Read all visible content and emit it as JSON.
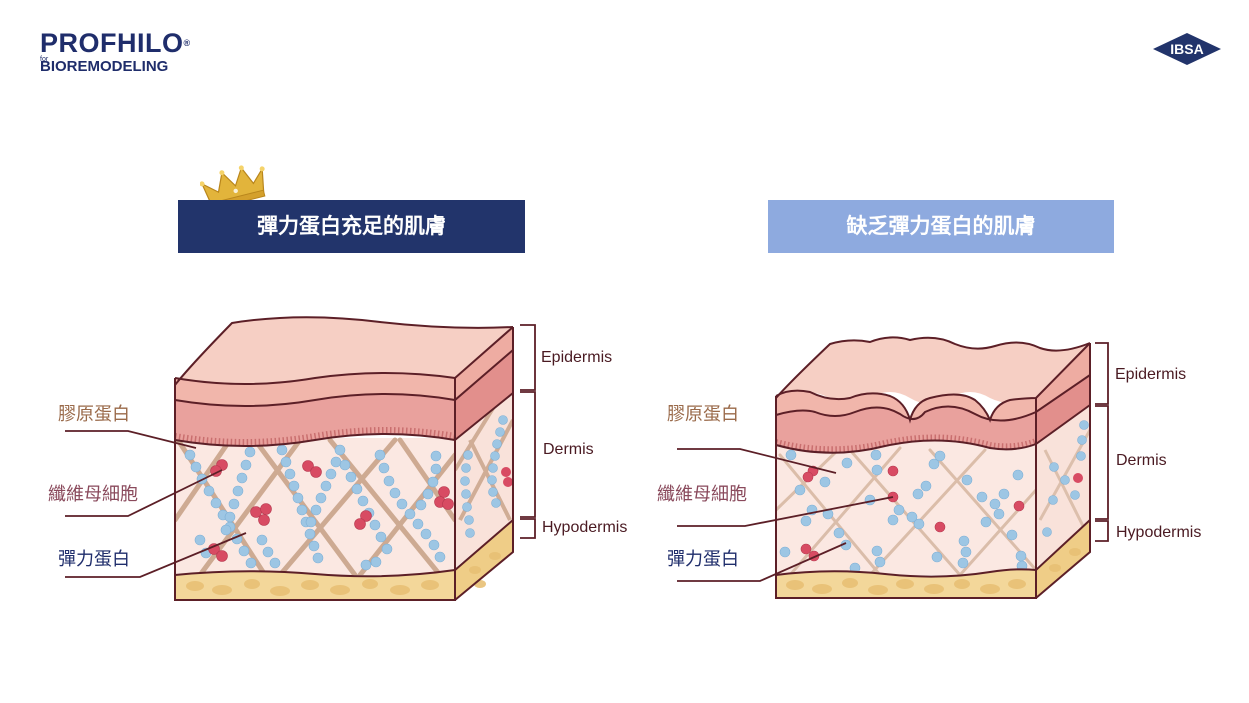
{
  "brand": {
    "logo_line1": "PROFHILO",
    "logo_reg": "®",
    "logo_for": "for",
    "logo_line2": "BIOREMODELING",
    "partner": "IBSA"
  },
  "colors": {
    "navy": "#22346b",
    "light_blue": "#8eaadf",
    "epidermis": "#f6cfc4",
    "dermis_band": "#e9a19d",
    "dermis": "#fbe8e2",
    "hypodermis": "#f3d79a",
    "collagen": "#c9a48a",
    "elastin": "#9dc6e4",
    "fibroblast": "#d84b63",
    "outline": "#5c1f27"
  },
  "left_panel": {
    "title": "彈力蛋白充足的肌膚",
    "labels": {
      "collagen": "膠原蛋白",
      "fibroblast": "纖維母細胞",
      "elastin": "彈力蛋白"
    },
    "layers": {
      "epidermis": "Epidermis",
      "dermis": "Dermis",
      "hypodermis": "Hypodermis"
    }
  },
  "right_panel": {
    "title": "缺乏彈力蛋白的肌膚",
    "labels": {
      "collagen": "膠原蛋白",
      "fibroblast": "纖維母細胞",
      "elastin": "彈力蛋白"
    },
    "layers": {
      "epidermis": "Epidermis",
      "dermis": "Dermis",
      "hypodermis": "Hypodermis"
    }
  }
}
